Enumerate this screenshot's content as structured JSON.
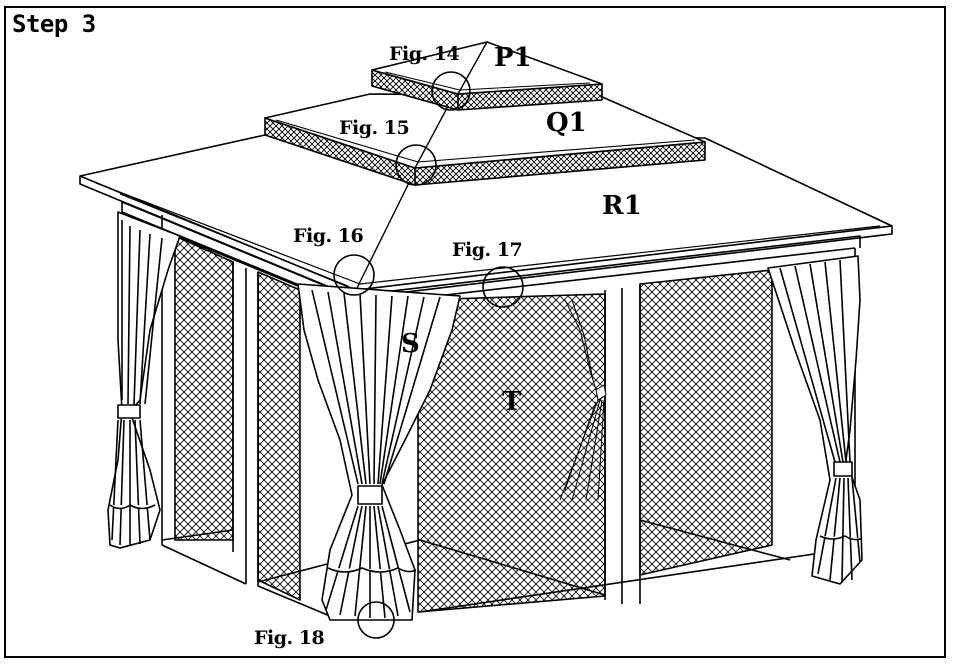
{
  "step_title": "Step 3",
  "figure_callouts": [
    {
      "id": "fig14",
      "label": "Fig. 14"
    },
    {
      "id": "fig15",
      "label": "Fig. 15"
    },
    {
      "id": "fig16",
      "label": "Fig. 16"
    },
    {
      "id": "fig17",
      "label": "Fig. 17"
    },
    {
      "id": "fig18",
      "label": "Fig. 18"
    }
  ],
  "part_labels": [
    {
      "id": "P1",
      "label": "P1"
    },
    {
      "id": "Q1",
      "label": "Q1"
    },
    {
      "id": "R1",
      "label": "R1"
    },
    {
      "id": "S",
      "label": "S"
    },
    {
      "id": "T",
      "label": "T"
    }
  ],
  "colors": {
    "ink": "#000000",
    "paper": "#ffffff"
  }
}
